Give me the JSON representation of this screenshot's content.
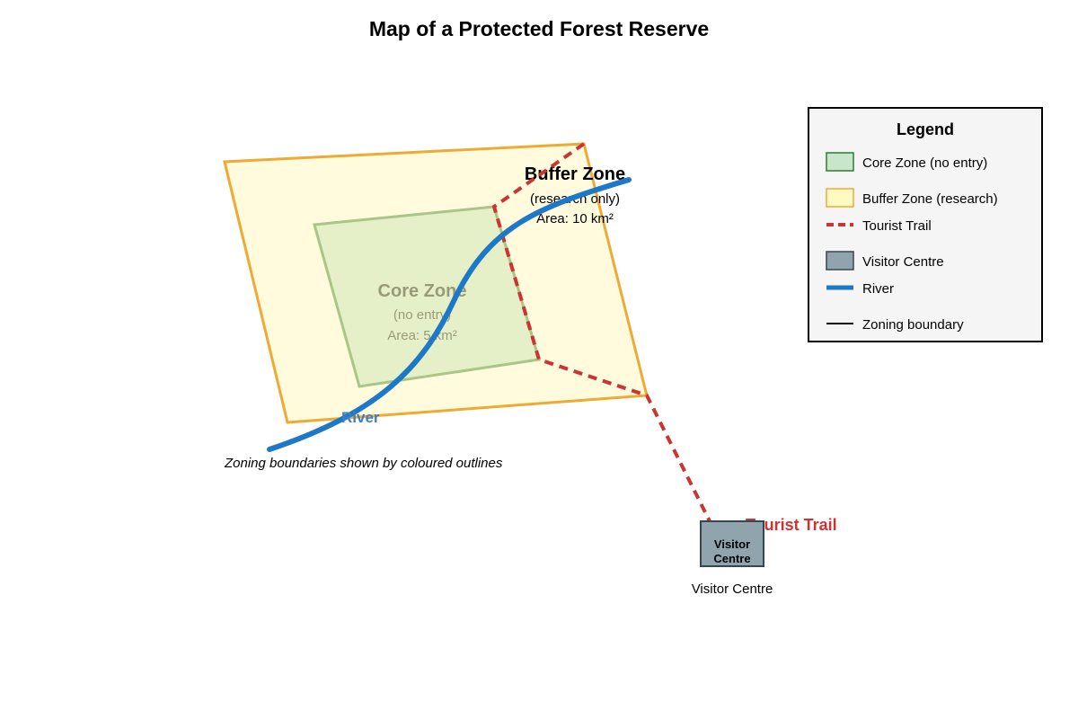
{
  "map": {
    "title": "Map of a Protected Forest Reserve",
    "colors": {
      "core_fill": "#e6f0c8",
      "core_stroke": "#a8c686",
      "core_text": "#9a9a7a",
      "buffer_fill": "#fffbdc",
      "buffer_stroke": "#eeaa33",
      "trail": "#cc3333",
      "river": "#1e78c8",
      "river_label": "#3b7fc4",
      "visitor_fill": "#90a4ae",
      "visitor_stroke": "#37474f",
      "legend_bg": "#f5f5f5",
      "legend_border": "#000000"
    },
    "core_zone": {
      "name": "Core Zone",
      "access": "(no entry)",
      "area": "Area: 5 km²"
    },
    "buffer_zone": {
      "name": "Buffer Zone",
      "access": "(research only)",
      "area": "Area: 10 km²"
    },
    "river_label": "River",
    "trail_label": "Tourist Trail",
    "visitor_centre": {
      "inner_line1": "Visitor",
      "inner_line2": "Centre",
      "caption": "Visitor Centre"
    },
    "note": "Zoning boundaries shown by coloured outlines",
    "legend": {
      "title": "Legend",
      "items": [
        {
          "label": "Core Zone (no entry)",
          "symbol": "core-swatch"
        },
        {
          "label": "Buffer Zone (research)",
          "symbol": "buffer-swatch"
        },
        {
          "label": "Tourist Trail",
          "symbol": "trail-line"
        },
        {
          "label": "Visitor Centre",
          "symbol": "visitor-swatch"
        },
        {
          "label": "River",
          "symbol": "river-line"
        },
        {
          "label": "Zoning boundary",
          "symbol": "boundary-line"
        }
      ]
    }
  }
}
